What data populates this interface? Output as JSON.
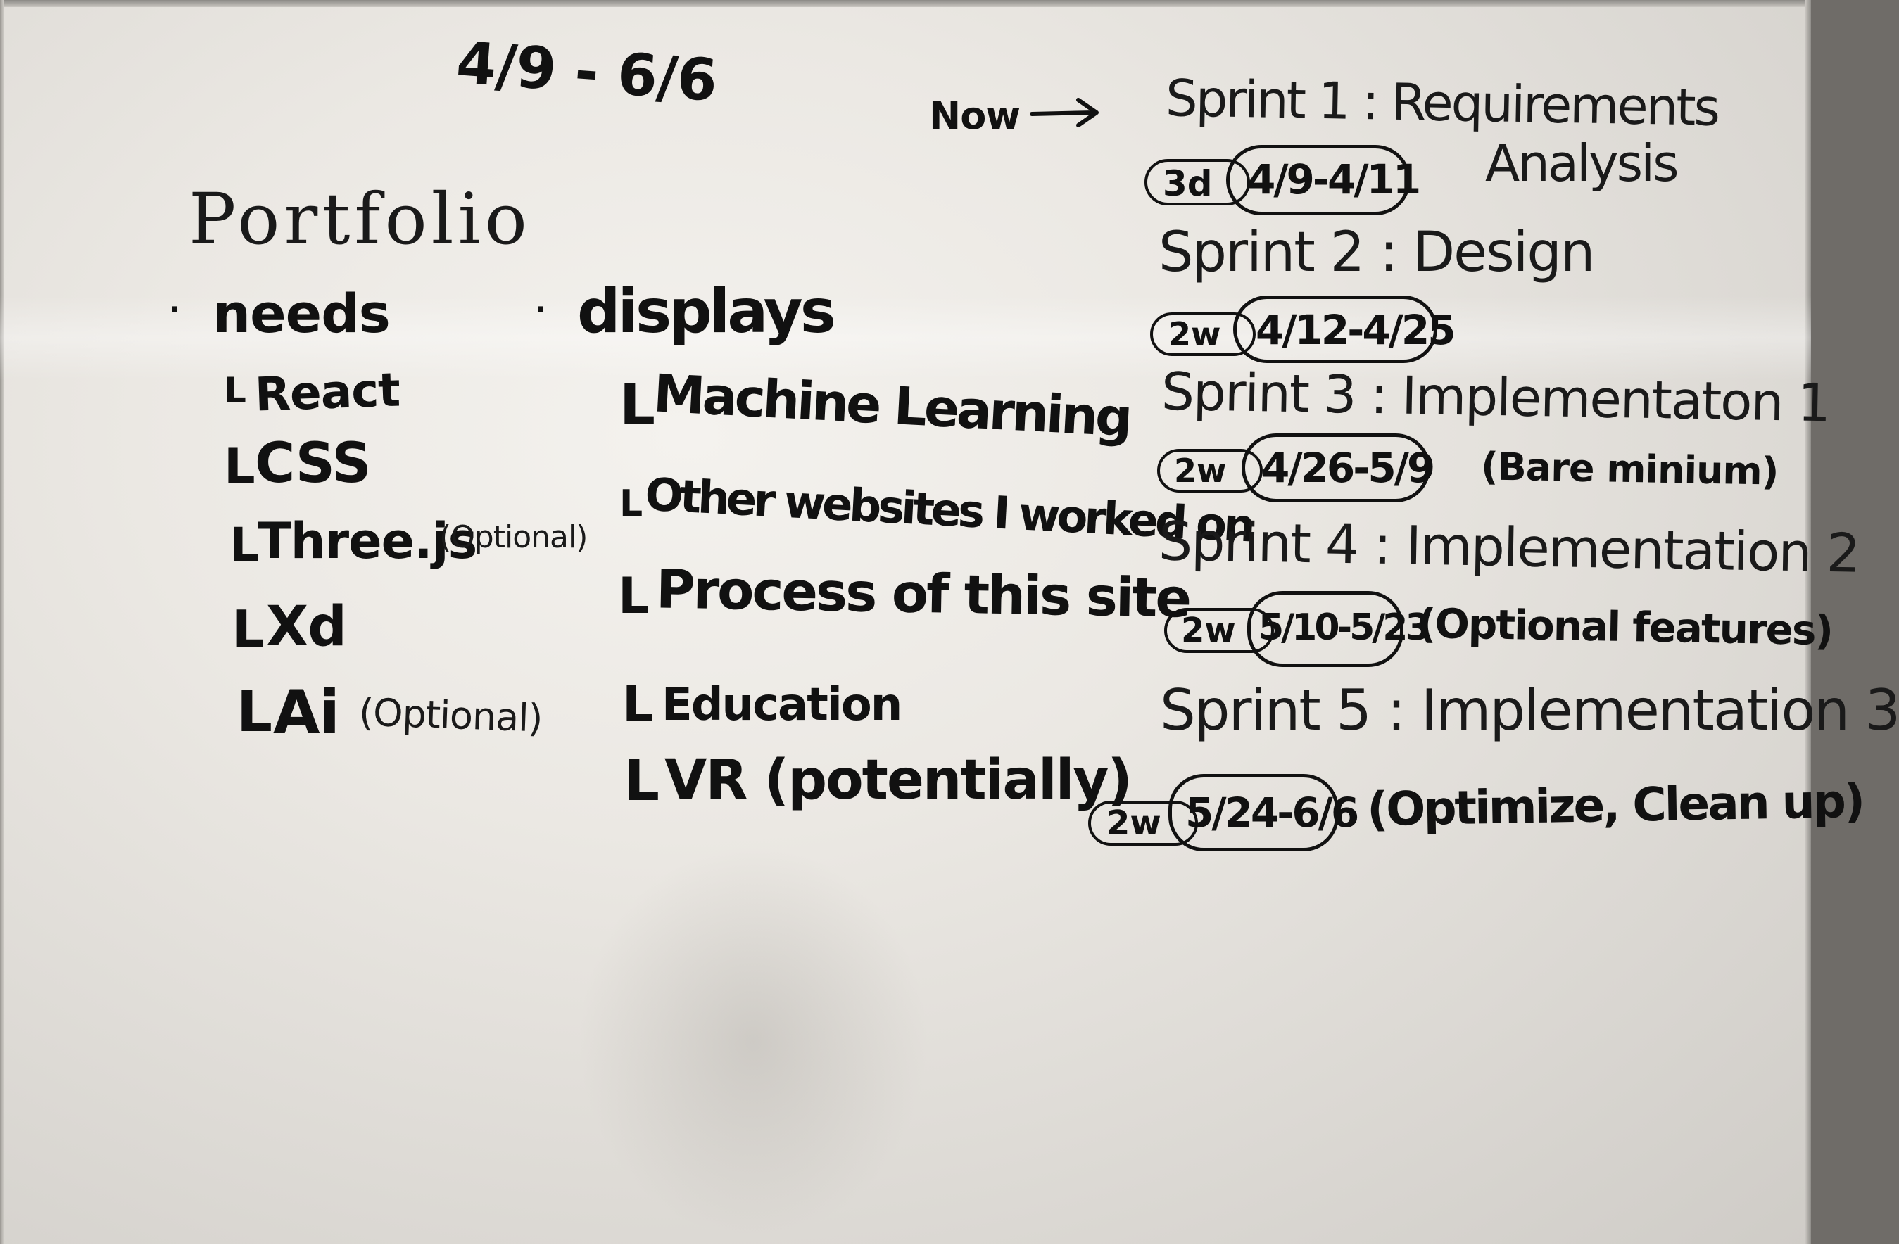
{
  "board": {
    "date_range": "4/9 - 6/6",
    "left": {
      "title": "Portfolio",
      "needs": {
        "heading": "needs",
        "items": [
          "React",
          "CSS",
          "Three.js",
          "Xd",
          "Ai"
        ],
        "optional_three": "(Optional)",
        "optional_ai": "(Optional)"
      },
      "displays": {
        "heading": "displays",
        "items": [
          "Machine Learning",
          "Other websites I worked on",
          "Process of this site",
          "Education",
          "VR (potentially)"
        ]
      }
    },
    "now_label": "Now",
    "sprints": [
      {
        "title": "Sprint 1 : Requirements",
        "title_2": "Analysis",
        "duration": "3d",
        "dates": "4/9-4/11",
        "note": ""
      },
      {
        "title": "Sprint 2 : Design",
        "duration": "2w",
        "dates": "4/12-4/25",
        "note": ""
      },
      {
        "title": "Sprint 3 : Implementaton 1",
        "duration": "2w",
        "dates": "4/26-5/9",
        "note": "(Bare minium)"
      },
      {
        "title": "Sprint 4 : Implementation 2",
        "duration": "2w",
        "dates": "5/10-5/23",
        "note": "(Optional features)"
      },
      {
        "title": "Sprint 5 : Implementation 3",
        "duration": "2w",
        "dates": "5/24-6/6",
        "note": "(Optimize, Clean up)"
      }
    ]
  }
}
